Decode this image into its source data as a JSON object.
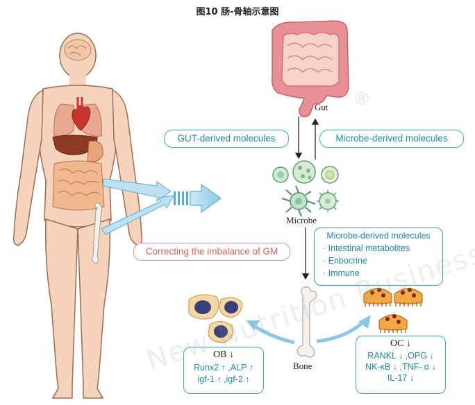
{
  "title": "图10 肠-骨轴示意图",
  "labels": {
    "gut": "Gut",
    "microbe": "Microbe",
    "bone": "Bone"
  },
  "pills": {
    "gut_derived": "GUT-derived molecules",
    "microbe_derived": "Microbe-derived molecules",
    "correcting": "Correcting the imbalance of GM"
  },
  "microbe_box": {
    "title": "Microbe-derived molecules",
    "items": [
      "· Intestinal metabolites",
      "· Enbocrine",
      "· Immune"
    ]
  },
  "ob_box": {
    "title": "OB ↓",
    "lines": [
      "Runx2 ↑ ,ALP ↑",
      "igf-1 ↑ ,igf-2 ↑"
    ]
  },
  "oc_box": {
    "title": "OC ↓",
    "lines": [
      "RANKL ↓ ,OPG ↓",
      "NK-κB ↓ ,TNF- α ↓",
      "IL-17 ↓"
    ]
  },
  "watermark": {
    "text": "New Nutrition Business",
    "registered": "®"
  },
  "colors": {
    "accent": "#3aa3c7",
    "accent_text": "#1e86b4",
    "red": "#e0605a",
    "skin": "#f6d4bc",
    "skin_outline": "#9a6b55",
    "intestine": "#e98f96"
  }
}
